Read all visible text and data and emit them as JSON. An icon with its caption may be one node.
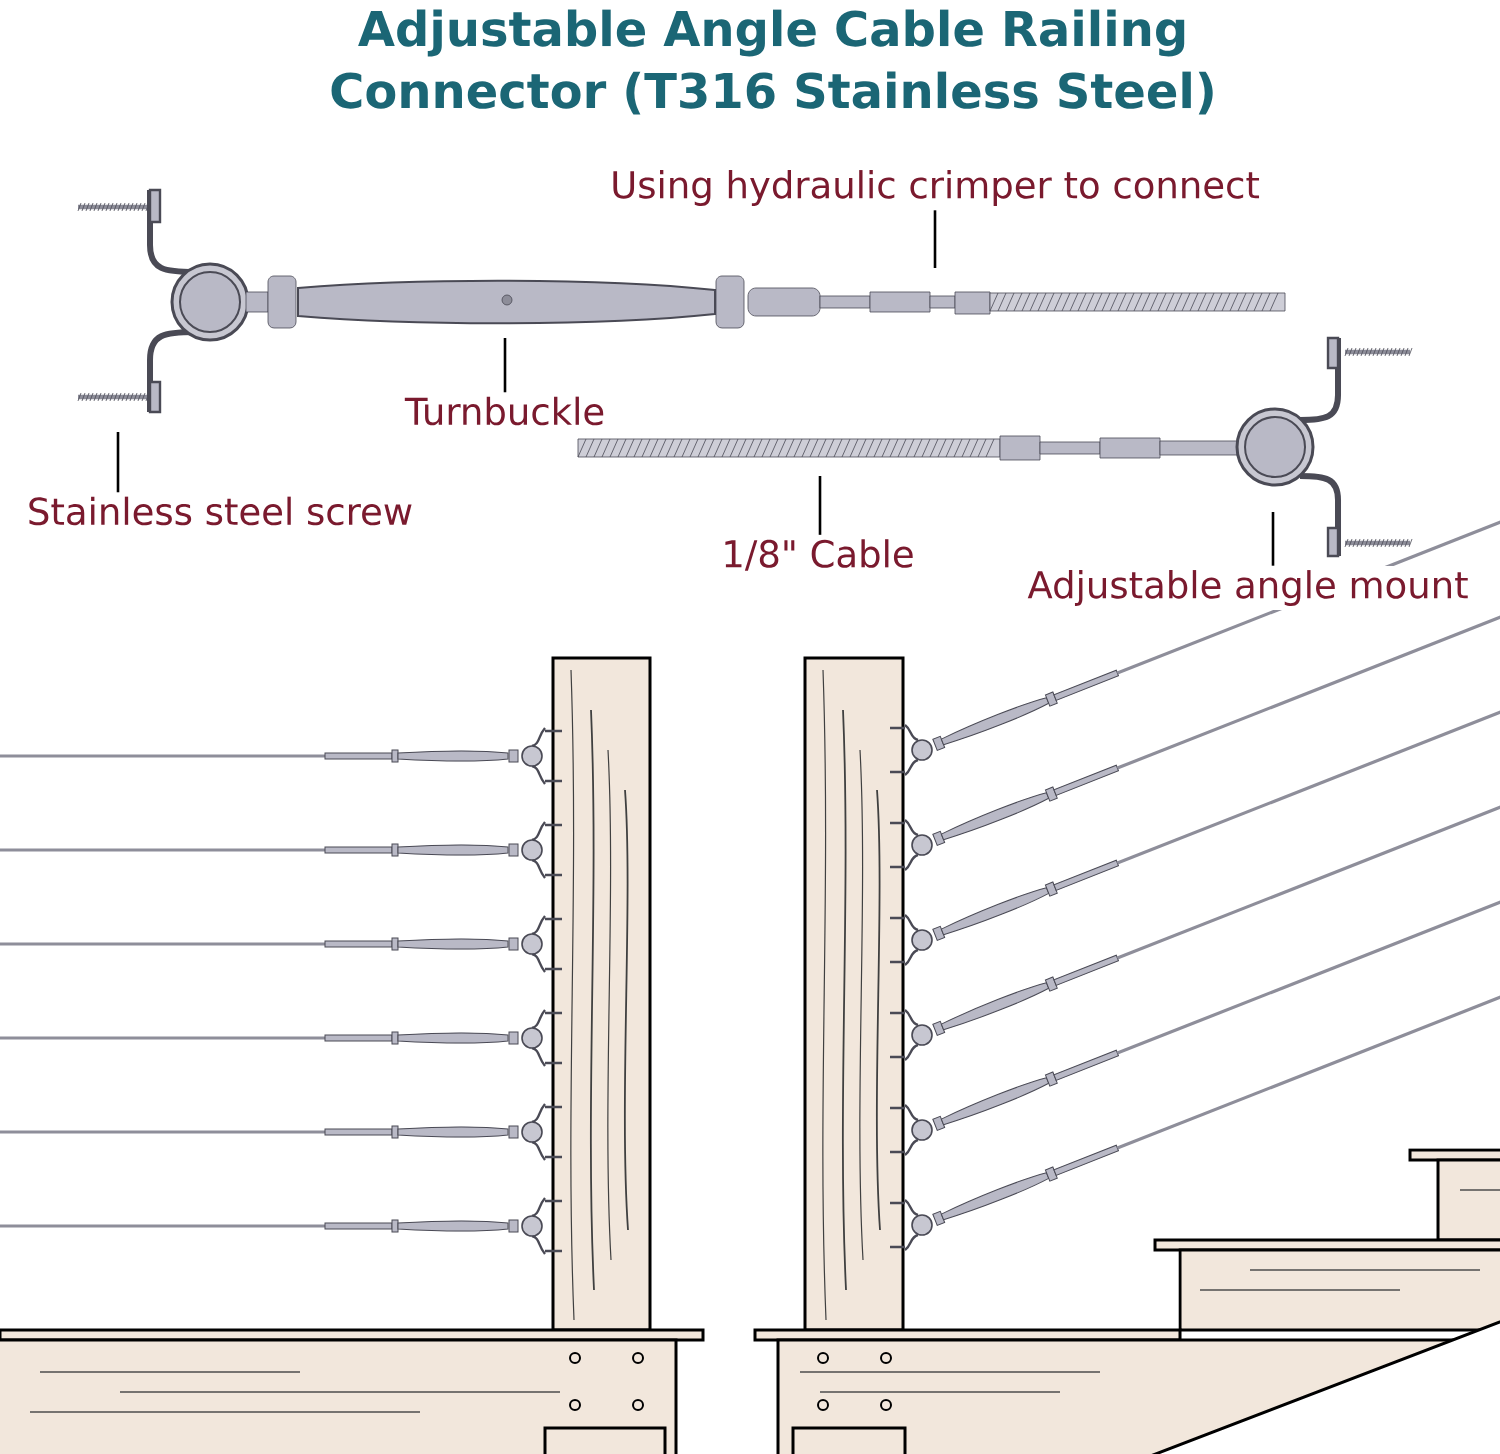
{
  "diagram": {
    "title": "Adjustable Angle Cable Railing Connector (T316 Stainless Steel)",
    "nodes": [
      {
        "text": [
          "Using hydraulic crimper to connect"
        ]
      },
      {
        "text": [
          "Turnbuckle"
        ]
      },
      {
        "text": [
          "Stainless steel screw"
        ]
      },
      {
        "text": [
          "1/8\" Cable"
        ]
      },
      {
        "text": [
          "Adjustable angle mount"
        ]
      }
    ],
    "edges": [
      {
        "from": 0,
        "to": null,
        "arrow": "none"
      },
      {
        "from": 1,
        "to": null,
        "arrow": "none"
      },
      {
        "from": 2,
        "to": null,
        "arrow": "none"
      },
      {
        "from": 3,
        "to": null,
        "arrow": "none"
      },
      {
        "from": 4,
        "to": null,
        "arrow": "none"
      }
    ]
  }
}
